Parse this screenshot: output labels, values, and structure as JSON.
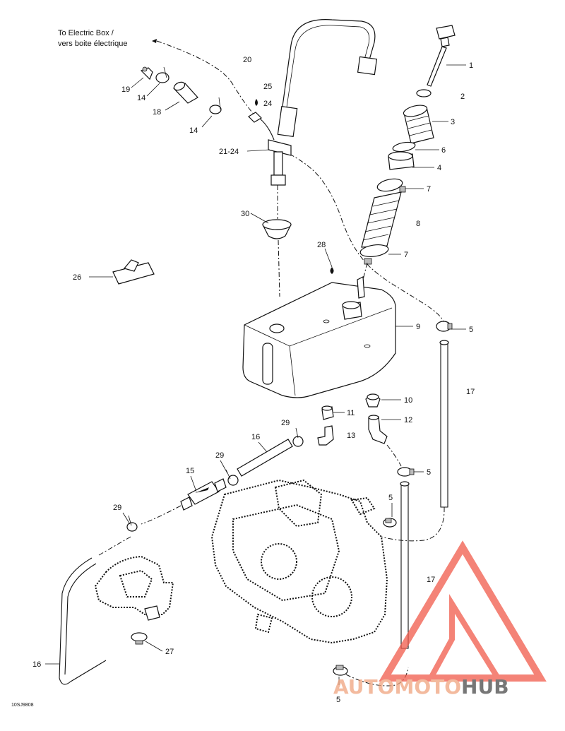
{
  "caption": {
    "line1": "To Electric Box /",
    "line2": "vers boite électrique"
  },
  "drawing_code": "10SJ9808",
  "callouts": [
    "1",
    "2",
    "3",
    "6",
    "4",
    "7",
    "8",
    "7",
    "5",
    "9",
    "17",
    "10",
    "11",
    "12",
    "13",
    "5",
    "5",
    "17",
    "5",
    "20",
    "25",
    "24",
    "19",
    "14",
    "18",
    "14",
    "21-24",
    "30",
    "28",
    "26",
    "29",
    "16",
    "29",
    "15",
    "29",
    "27",
    "16"
  ],
  "watermark": {
    "part_a": "AUTO",
    "part_b": "MOTO",
    "part_c": "HUB",
    "color_a": "#f0a37e",
    "color_b": "#f0a37e",
    "color_c": "#4a4a4a",
    "triangle_color": "#f15a4a"
  }
}
